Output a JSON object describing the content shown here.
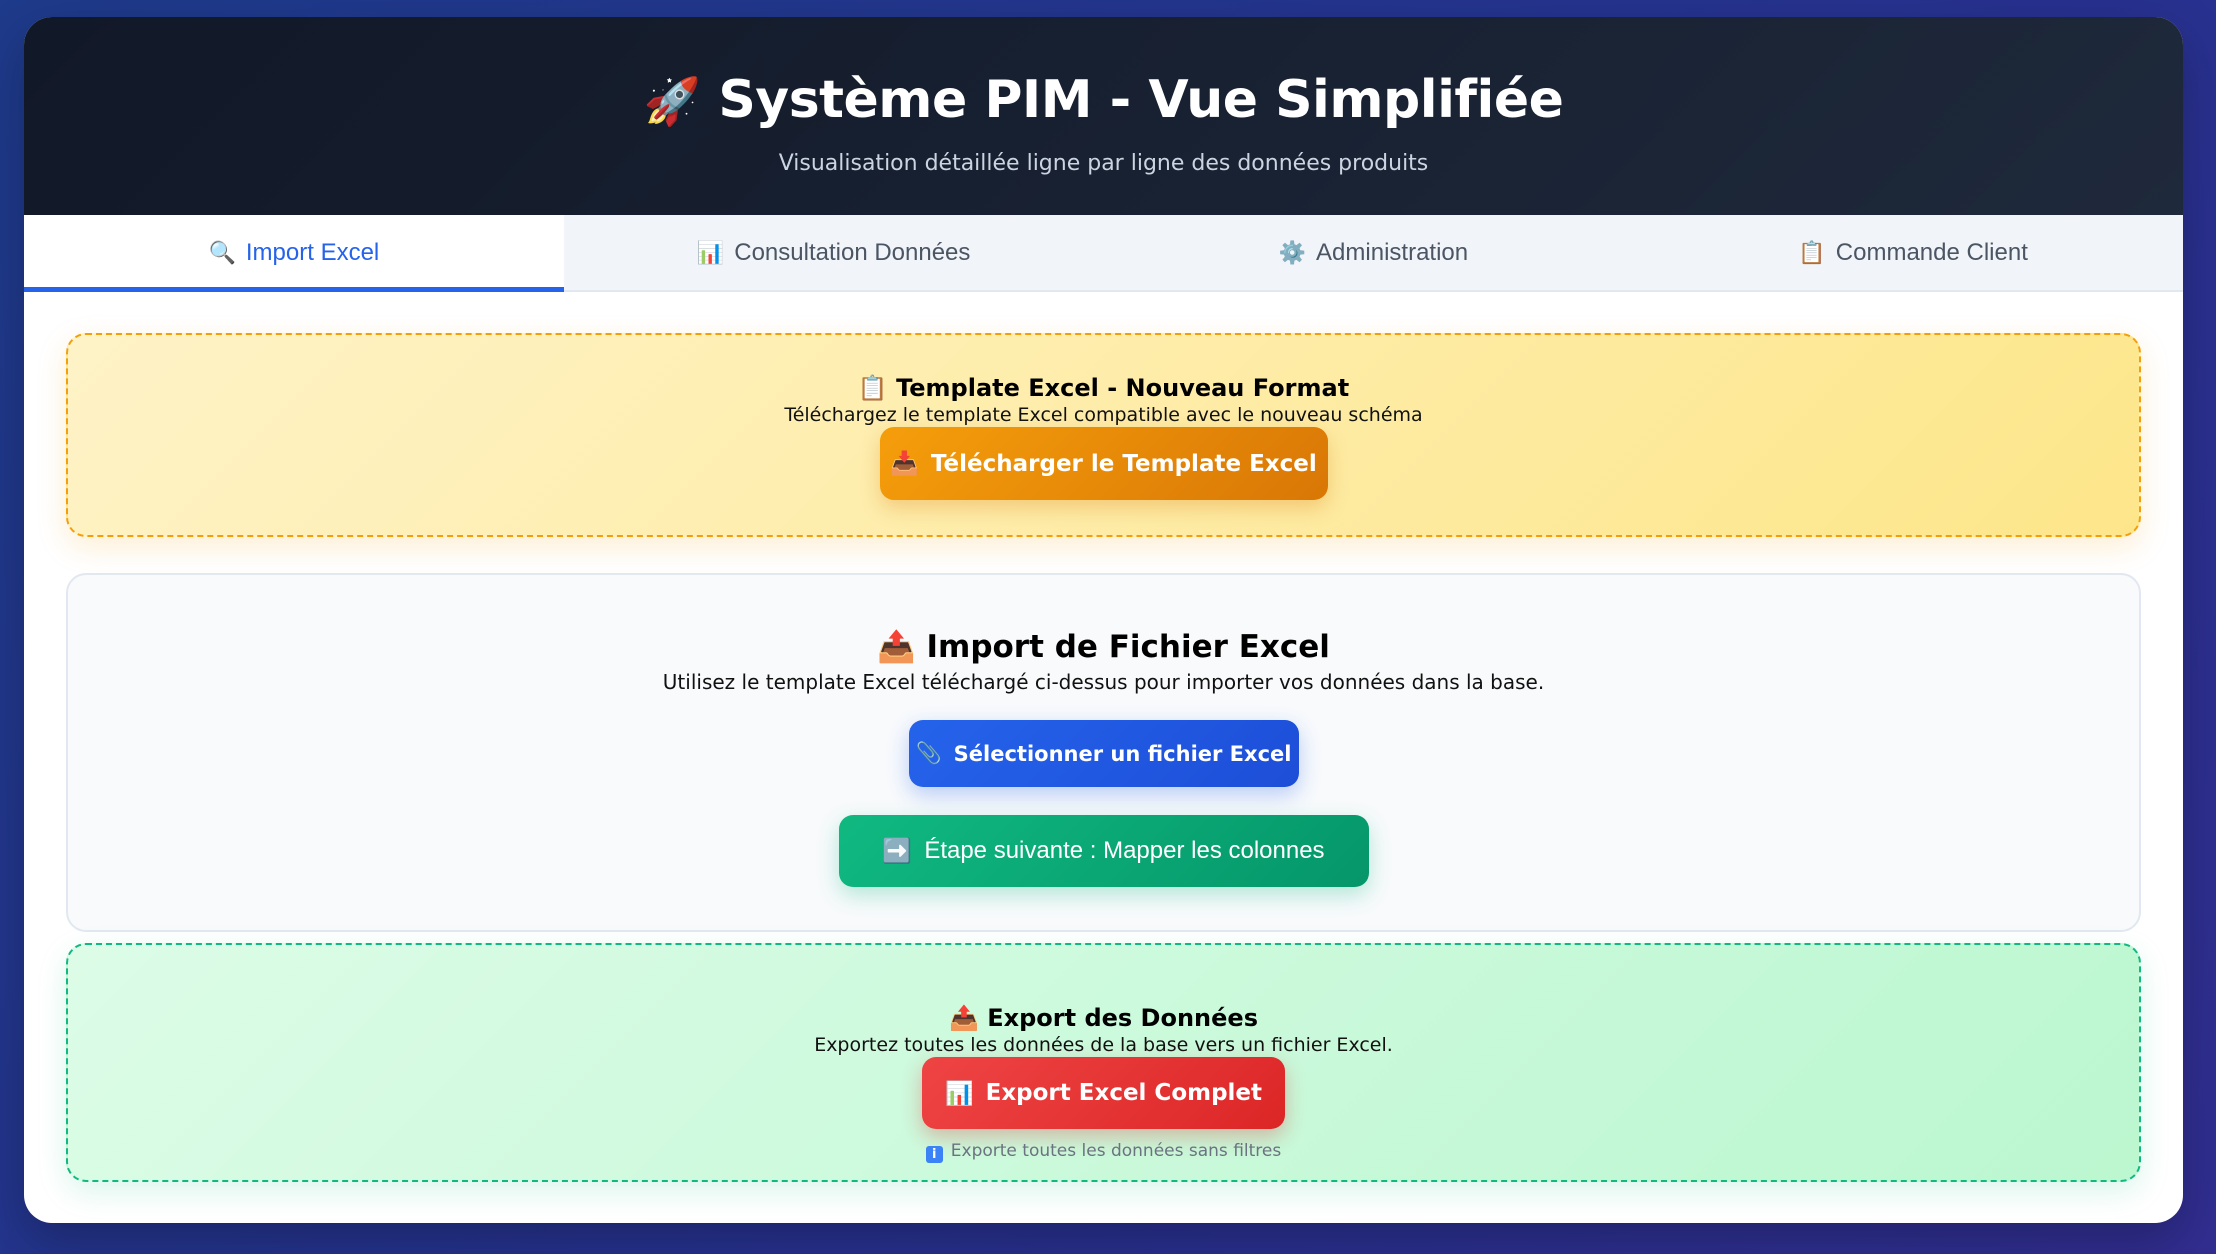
{
  "header": {
    "icon": "🚀",
    "title": "Système PIM - Vue Simplifiée",
    "subtitle": "Visualisation détaillée ligne par ligne des données produits"
  },
  "tabs": [
    {
      "icon": "🔍",
      "icon_name": "search-icon",
      "label": "Import Excel",
      "active": true
    },
    {
      "icon": "📊",
      "icon_name": "bar-chart-icon",
      "label": "Consultation Données",
      "active": false
    },
    {
      "icon": "⚙️",
      "icon_name": "gear-icon",
      "label": "Administration",
      "active": false
    },
    {
      "icon": "📋",
      "icon_name": "clipboard-icon",
      "label": "Commande Client",
      "active": false
    }
  ],
  "template_section": {
    "icon": "📋",
    "title": "Template Excel - Nouveau Format",
    "description": "Téléchargez le template Excel compatible avec le nouveau schéma",
    "button_icon": "📥",
    "button_label": "Télécharger le Template Excel"
  },
  "import_section": {
    "icon": "📤",
    "title": "Import de Fichier Excel",
    "description": "Utilisez le template Excel téléchargé ci-dessus pour importer vos données dans la base.",
    "select_button_icon": "📎",
    "select_button_label": "Sélectionner un fichier Excel",
    "next_button_icon": "➡️",
    "next_button_label": "Étape suivante : Mapper les colonnes"
  },
  "export_section": {
    "icon": "📤",
    "title": "Export des Données",
    "description": "Exportez toutes les données de la base vers un fichier Excel.",
    "button_icon": "📊",
    "button_label": "Export Excel Complet",
    "note_icon": "i",
    "note": "Exporte toutes les données sans filtres"
  },
  "colors": {
    "accent": "#2563eb",
    "header_bg": "#111827",
    "template_border": "#f59e0b",
    "export_border": "#10b981",
    "orange_button": "#f59e0b",
    "blue_button": "#2563eb",
    "green_button": "#10b981",
    "red_button": "#ef4444"
  }
}
